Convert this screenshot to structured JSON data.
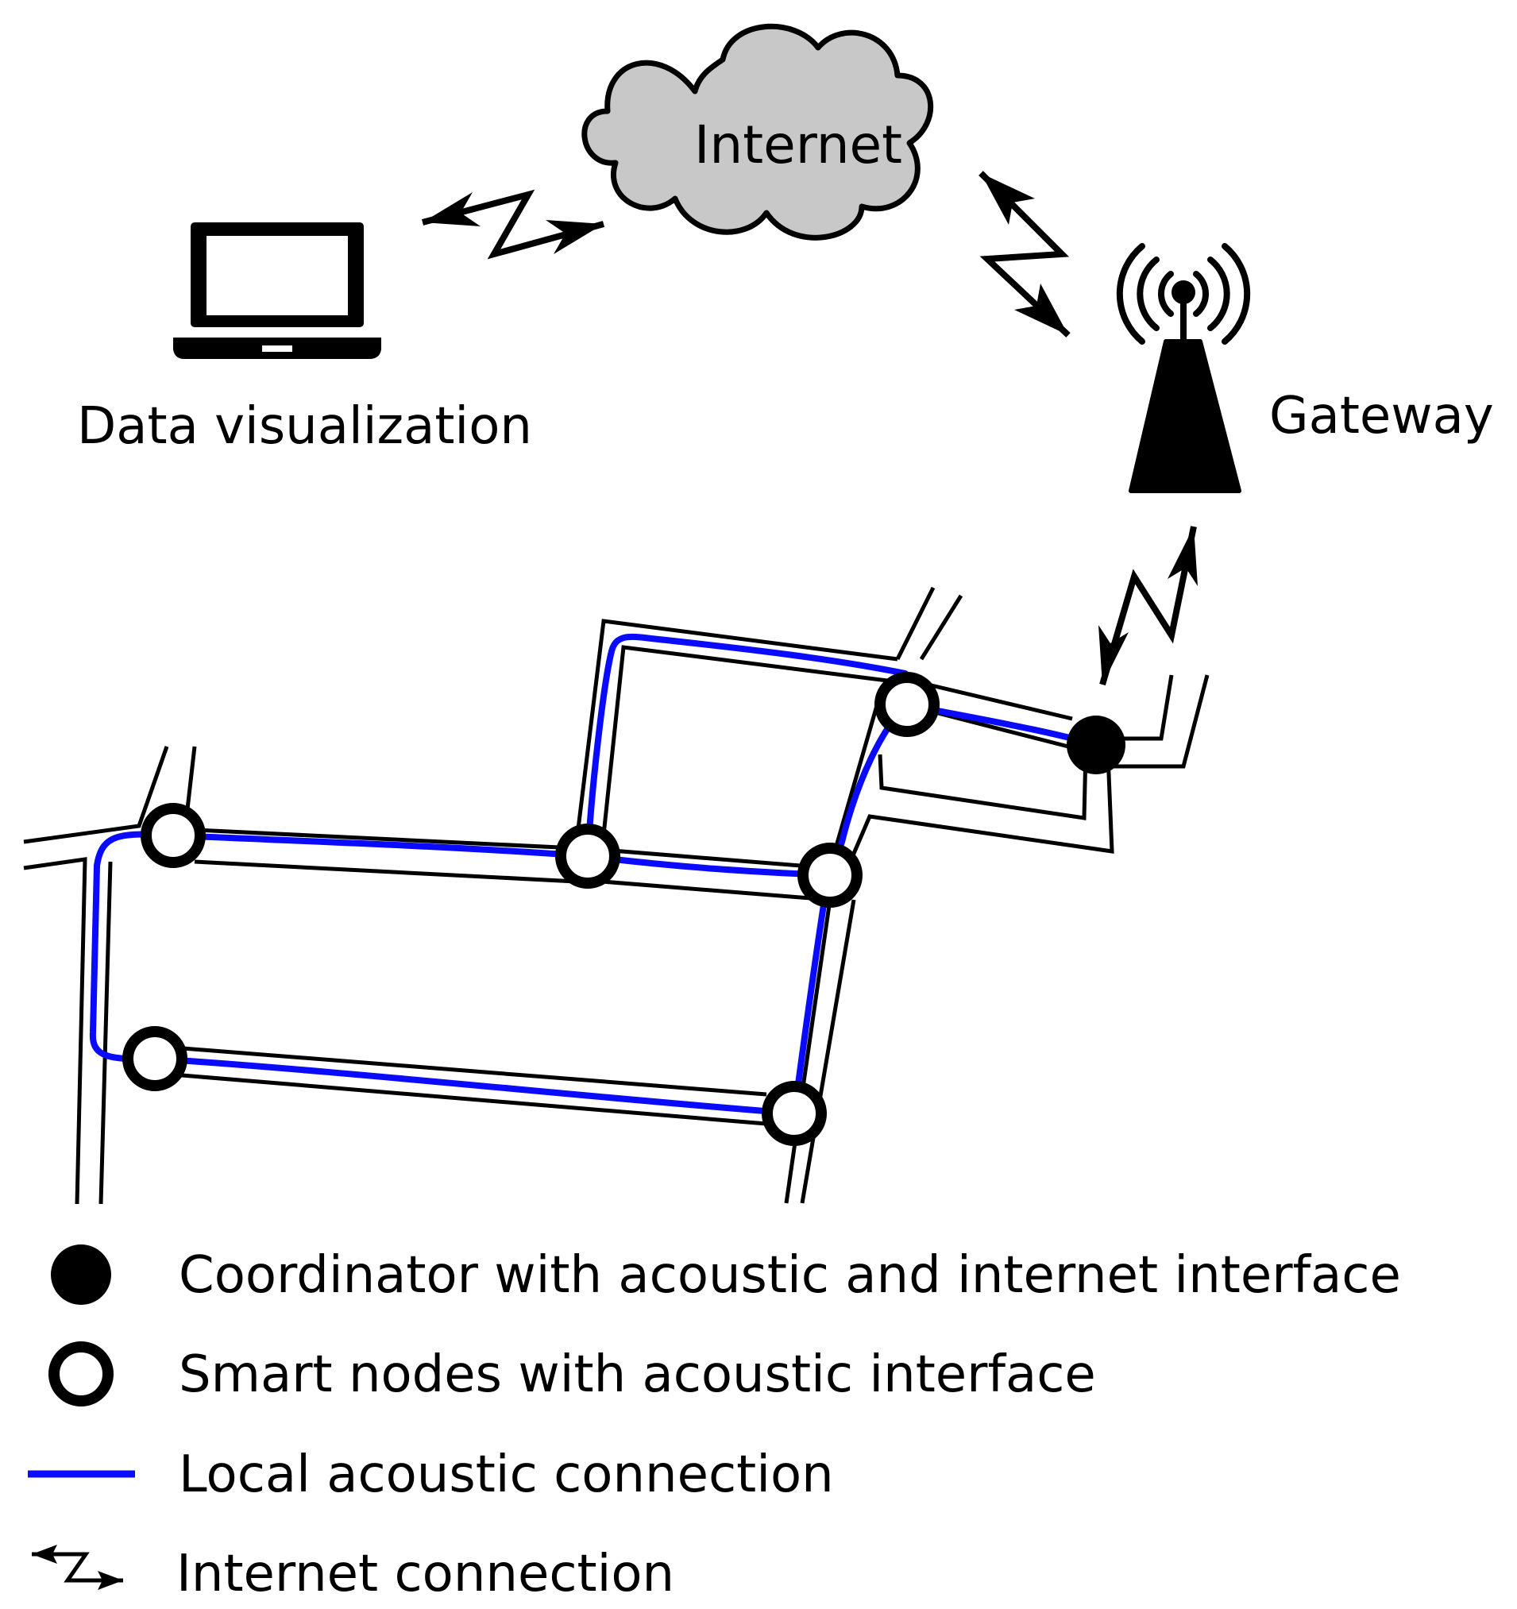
{
  "labels": {
    "internet": "Internet",
    "data_visualization": "Data visualization",
    "gateway": "Gateway"
  },
  "legend": {
    "coordinator": "Coordinator with acoustic and internet interface",
    "smart_nodes": "Smart nodes with acoustic interface",
    "local_acoustic": "Local acoustic connection",
    "internet_connection": "Internet connection"
  },
  "colors": {
    "acoustic_line": "#0a0aff",
    "cloud_fill": "#c8c8c8",
    "ink": "#000000"
  },
  "icons": [
    "laptop-icon",
    "cloud-icon",
    "gateway-tower-icon",
    "lightning-arrow-icon"
  ]
}
